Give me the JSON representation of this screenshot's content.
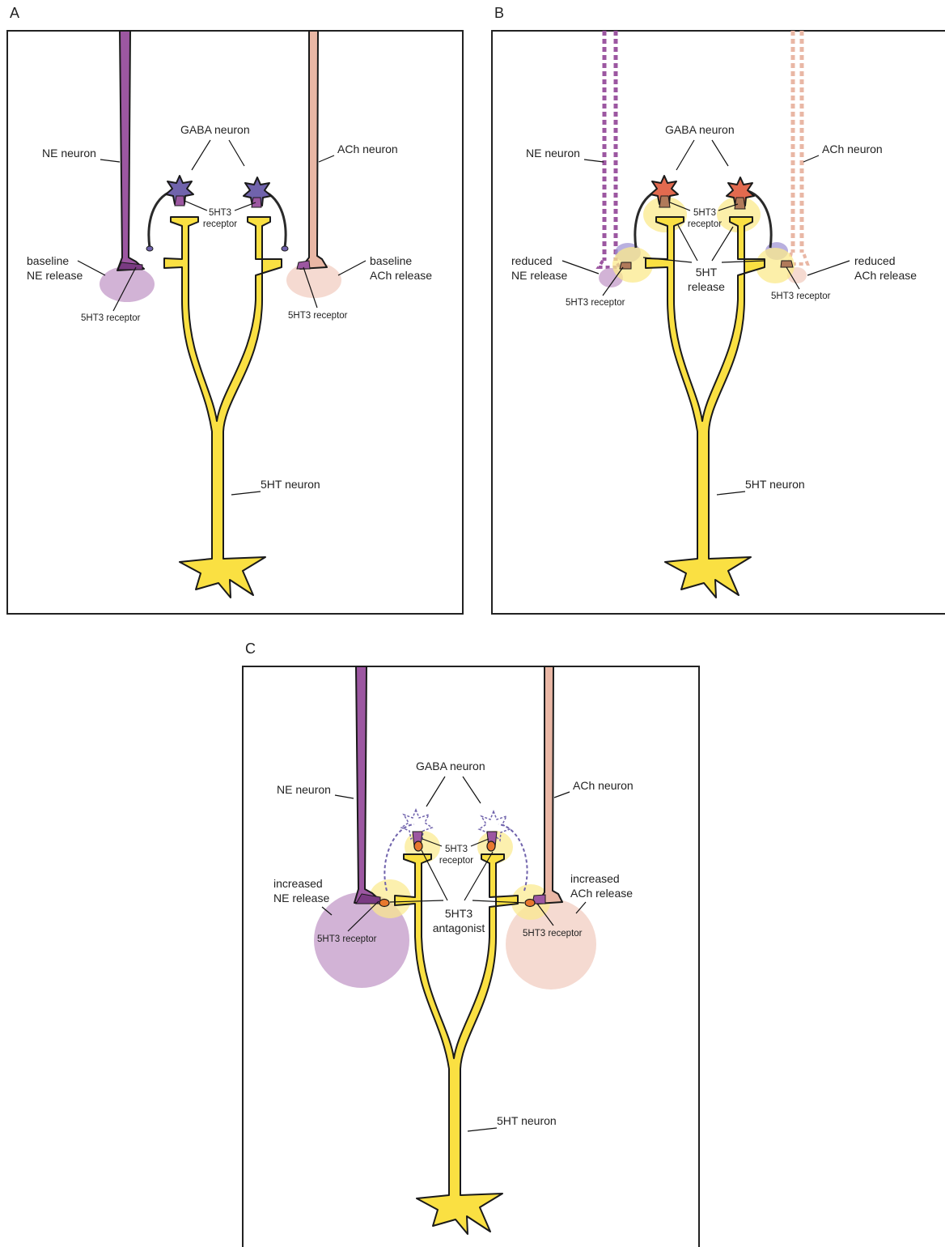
{
  "colors": {
    "serotonin": "#fae042",
    "ne": "#9c57a1",
    "ach": "#e9b7a5",
    "gaba_baseline": "#7063ac",
    "gaba_active": "#e26a4f",
    "ne_cloud": "#c7a0cc",
    "ach_cloud": "#f2d1c5",
    "serotonin_cloud": "#fbe98c",
    "antagonist": "#e8782f"
  },
  "panels": {
    "A": {
      "letter": "A",
      "ne_neuron": "NE neuron",
      "gaba_neuron": "GABA neuron",
      "ach_neuron": "ACh neuron",
      "gaba_receptor": [
        "5HT3",
        "receptor"
      ],
      "ne_release": [
        "baseline",
        "NE release"
      ],
      "ach_release": [
        "baseline",
        "ACh release"
      ],
      "ne_receptor": "5HT3 receptor",
      "ach_receptor": "5HT3 receptor",
      "serotonin_neuron": "5HT neuron"
    },
    "B": {
      "letter": "B",
      "ne_neuron": "NE neuron",
      "gaba_neuron": "GABA neuron",
      "ach_neuron": "ACh neuron",
      "gaba_receptor": [
        "5HT3",
        "receptor"
      ],
      "serotonin_release": [
        "5HT",
        "release"
      ],
      "ne_release": [
        "reduced",
        "NE release"
      ],
      "ach_release": [
        "reduced",
        "ACh release"
      ],
      "ne_receptor": "5HT3 receptor",
      "ach_receptor": "5HT3 receptor",
      "serotonin_neuron": "5HT neuron"
    },
    "C": {
      "letter": "C",
      "ne_neuron": "NE neuron",
      "gaba_neuron": "GABA neuron",
      "ach_neuron": "ACh neuron",
      "gaba_receptor": [
        "5HT3",
        "receptor"
      ],
      "antagonist": [
        "5HT3",
        "antagonist"
      ],
      "ne_release": [
        "increased",
        "NE release"
      ],
      "ach_release": [
        "increased",
        "ACh release"
      ],
      "ne_receptor": "5HT3 receptor",
      "ach_receptor": "5HT3 receptor",
      "serotonin_neuron": "5HT neuron"
    }
  }
}
